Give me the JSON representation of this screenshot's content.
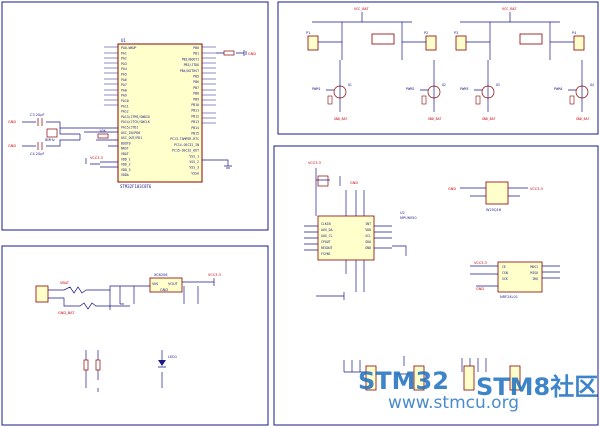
{
  "colors": {
    "frame": "#1a1a8c",
    "wire": "#1a1a8c",
    "component": "#8b0000",
    "pin_text": "#1a1a8c",
    "ground_label": "#cc0000",
    "chip_fill": "#ffffcc",
    "watermark": "#1d6fbf"
  },
  "mcu": {
    "ref": "U1",
    "part": "STM32F103C8T6",
    "left_pins": [
      "PA0-WKUP",
      "PA1",
      "PA2",
      "PA3",
      "PA4",
      "PA5",
      "PA6",
      "PA7",
      "PA8",
      "PA9",
      "PA10",
      "PA11",
      "PA12",
      "PA13/JTMS/SWDIO",
      "PA14/JTCK/SWCLK",
      "PA15/JTDI",
      "OSC_IN/PD0",
      "OSC_OUT/PD1",
      "BOOT0",
      "NRST",
      "VBAT",
      "VDD_1",
      "VDD_2",
      "VDD_3",
      "VDDA"
    ],
    "right_pins": [
      "PB0",
      "PB1",
      "PB2/BOOT1",
      "PB3/JTDO",
      "PB4/NJTRST",
      "PB5",
      "PB6",
      "PB7",
      "PB8",
      "PB9",
      "PB10",
      "PB11",
      "PB12",
      "PB13",
      "PB14",
      "PB15",
      "PC13-TAMPER-RTC",
      "PC14-OSC32_IN",
      "PC15-OSC32_OUT",
      "VSS_1",
      "VSS_2",
      "VSS_3",
      "VSSA"
    ],
    "crystal": "8MHz",
    "caps": [
      "C3 20pF",
      "C4 20pF"
    ],
    "boot_res": "10K",
    "vcc": "VCC3.3",
    "gnd": "GND"
  },
  "mosfet_block": {
    "vcc": "VCC_BAT",
    "labels": [
      "PWM1",
      "PWM2",
      "PWM3",
      "PWM4"
    ],
    "transistors": [
      "Q1",
      "Q2",
      "Q3",
      "Q4"
    ],
    "gnd": "GND_BAT",
    "motors": [
      "P1",
      "P2",
      "P3",
      "P4"
    ]
  },
  "power_block": {
    "regulator": "XC6206",
    "pins": [
      "VIN",
      "VOUT",
      "GND"
    ],
    "input": "GND_BAT",
    "output": "VCC3.3",
    "led": "LED1",
    "battery": "VBAT"
  },
  "sensor_block": {
    "ref": "U2",
    "part": "MPU6050",
    "pins": [
      "CLKIN",
      "AUX_DA",
      "AUX_CL",
      "CPOUT",
      "REGOUT",
      "FSYNC",
      "INT",
      "VDD",
      "SCL",
      "SDA",
      "GND"
    ],
    "vcc": "VCC3.3",
    "gnd": "GND"
  },
  "radio_block": {
    "part": "NRF24L01",
    "pins": [
      "CE",
      "CSN",
      "SCK",
      "MOSI",
      "MISO",
      "IRQ"
    ],
    "flash": "W25Q16",
    "vcc": "VCC3.3",
    "gnd": "GND"
  },
  "watermark": {
    "brand_a": "STM32",
    "brand_b": "STM8社区",
    "url": "www.stmcu.org"
  }
}
